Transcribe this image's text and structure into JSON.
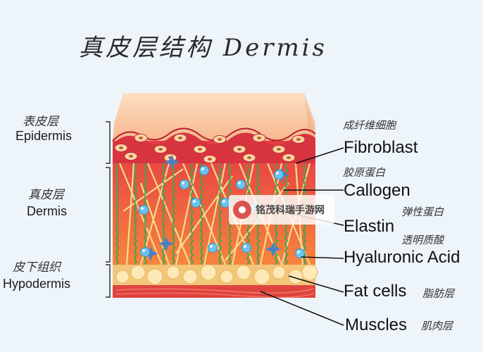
{
  "title": "真皮层结构 Dermis",
  "left_labels": [
    {
      "zh": "表皮层",
      "en": "Epidermis"
    },
    {
      "zh": "真皮层",
      "en": "Dermis"
    },
    {
      "zh": "皮下组织",
      "en": "Hypodermis"
    }
  ],
  "right_labels": [
    {
      "en": "Fibroblast",
      "zh": "成纤维细胞"
    },
    {
      "en": "Callogen",
      "zh": "胶原蛋白"
    },
    {
      "en": "Elastin",
      "zh": "弹性蛋白"
    },
    {
      "en": "Hyaluronic Acid",
      "zh": "透明质酸"
    },
    {
      "en": "Fat cells",
      "zh": "脂肪层"
    },
    {
      "en": "Muscles",
      "zh": "肌肉层"
    }
  ],
  "watermark": "铭茂科瑞手游网",
  "colors": {
    "epidermis_top": "#fcd6b4",
    "epidermis_bottom": "#f6b58c",
    "dermis_top": "#e64646",
    "dermis_bottom": "#f47a3a",
    "fat": "#fbe3a3",
    "muscle": "#e0443e",
    "fibroblast": "#cf2f3c",
    "collagen": "#f7e39a",
    "elastin": "#3cb15a",
    "hyaluronic": "#5ab4e6"
  }
}
